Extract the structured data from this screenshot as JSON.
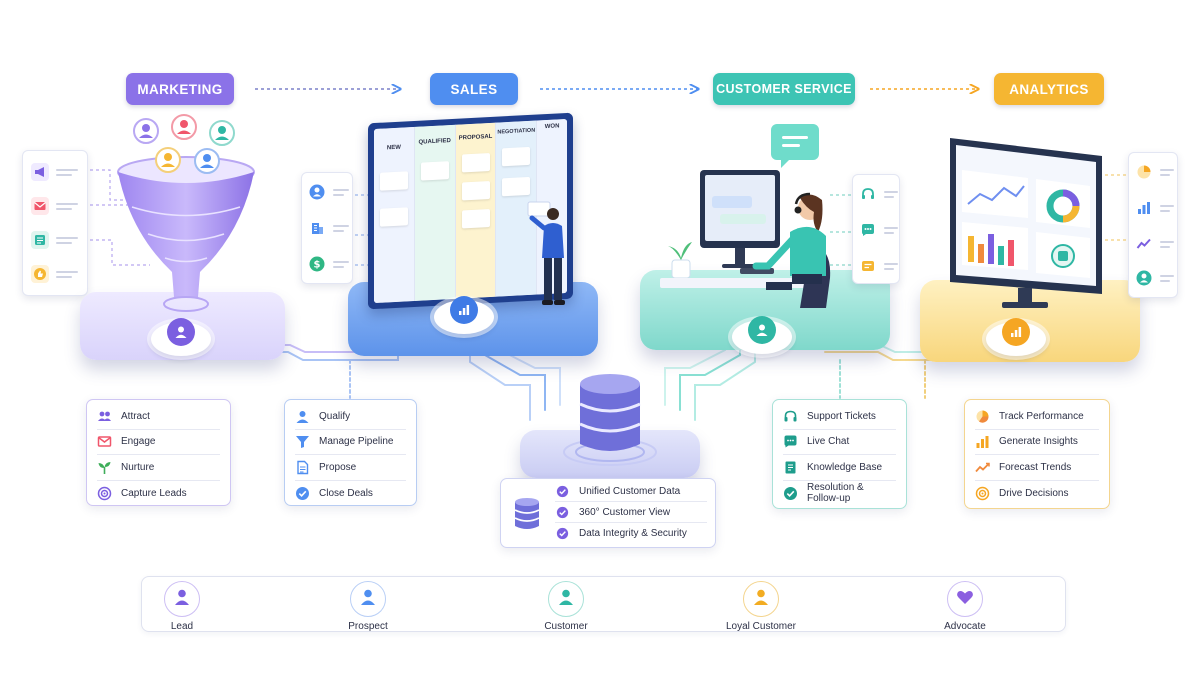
{
  "stages": {
    "marketing": {
      "label": "MARKETING",
      "color": "#8b72e8"
    },
    "sales": {
      "label": "SALES",
      "color": "#4f8ef0"
    },
    "customer_service": {
      "label": "CUSTOMER SERVICE",
      "color": "#3dc4b4"
    },
    "analytics": {
      "label": "ANALYTICS",
      "color": "#f5b632"
    }
  },
  "board": {
    "columns": [
      "NEW",
      "QUALIFIED",
      "PROPOSAL",
      "NEGOTIATION",
      "WON"
    ]
  },
  "panels": {
    "marketing": {
      "items": [
        {
          "icon": "users-icon",
          "label": "Attract"
        },
        {
          "icon": "mail-icon",
          "label": "Engage"
        },
        {
          "icon": "sprout-icon",
          "label": "Nurture"
        },
        {
          "icon": "target-icon",
          "label": "Capture Leads"
        }
      ]
    },
    "sales": {
      "items": [
        {
          "icon": "user-icon",
          "label": "Qualify"
        },
        {
          "icon": "funnel-icon",
          "label": "Manage Pipeline"
        },
        {
          "icon": "document-icon",
          "label": "Propose"
        },
        {
          "icon": "check-circle-icon",
          "label": "Close Deals"
        }
      ]
    },
    "data": {
      "items": [
        {
          "icon": "check-circle-icon",
          "label": "Unified Customer Data"
        },
        {
          "icon": "check-circle-icon",
          "label": "360° Customer View"
        },
        {
          "icon": "check-circle-icon",
          "label": "Data Integrity & Security"
        }
      ]
    },
    "service": {
      "items": [
        {
          "icon": "headset-icon",
          "label": "Support Tickets"
        },
        {
          "icon": "chat-icon",
          "label": "Live Chat"
        },
        {
          "icon": "book-icon",
          "label": "Knowledge Base"
        },
        {
          "icon": "check-circle-icon",
          "label": "Resolution & Follow-up"
        }
      ]
    },
    "analytics": {
      "items": [
        {
          "icon": "pie-chart-icon",
          "label": "Track Performance"
        },
        {
          "icon": "bar-chart-icon",
          "label": "Generate Insights"
        },
        {
          "icon": "trend-line-icon",
          "label": "Forecast Trends"
        },
        {
          "icon": "target-icon",
          "label": "Drive Decisions"
        }
      ]
    }
  },
  "journey": {
    "steps": [
      {
        "label": "Lead",
        "color": "#7b5fe0",
        "icon": "person-icon"
      },
      {
        "label": "Prospect",
        "color": "#4f8ef0",
        "icon": "person-icon"
      },
      {
        "label": "Customer",
        "color": "#2fb7a4",
        "icon": "person-icon"
      },
      {
        "label": "Loyal Customer",
        "color": "#f2ac22",
        "icon": "person-icon"
      },
      {
        "label": "Advocate",
        "color": "#8b5fe0",
        "icon": "heart-icon"
      }
    ]
  }
}
